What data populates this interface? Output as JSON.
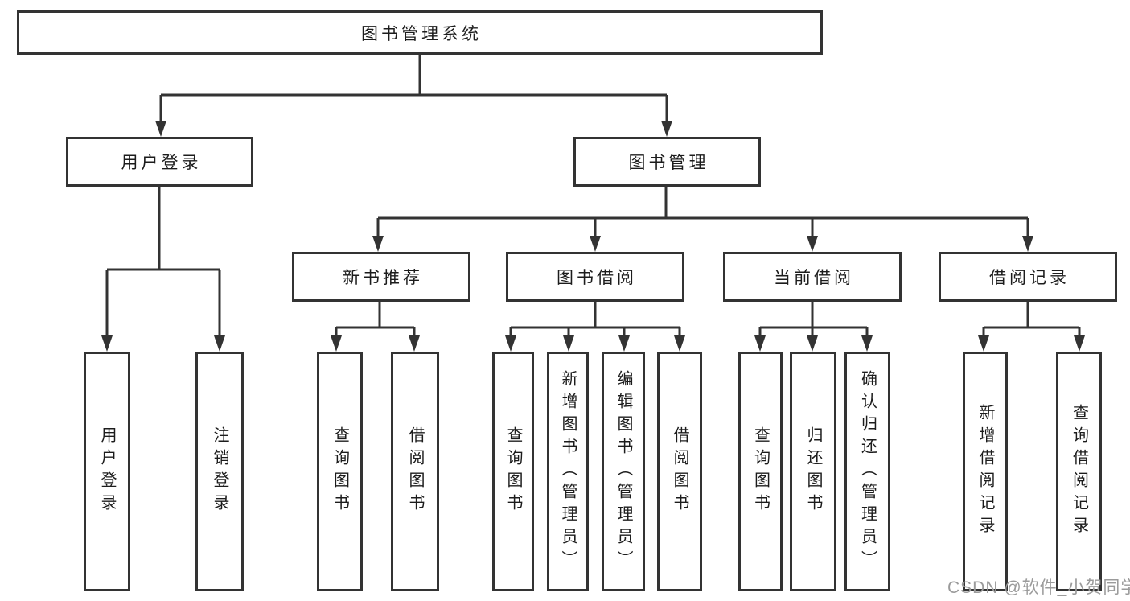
{
  "diagram_title": "图书管理系统",
  "tree": {
    "label": "图书管理系统",
    "children": [
      {
        "label": "用户登录",
        "children": [
          {
            "label": "用户登录"
          },
          {
            "label": "注销登录"
          }
        ]
      },
      {
        "label": "图书管理",
        "children": [
          {
            "label": "新书推荐",
            "children": [
              {
                "label": "查询图书"
              },
              {
                "label": "借阅图书"
              }
            ]
          },
          {
            "label": "图书借阅",
            "children": [
              {
                "label": "查询图书"
              },
              {
                "label": "新增图书（管理员）"
              },
              {
                "label": "编辑图书（管理员）"
              },
              {
                "label": "借阅图书"
              }
            ]
          },
          {
            "label": "当前借阅",
            "children": [
              {
                "label": "查询图书"
              },
              {
                "label": "归还图书"
              },
              {
                "label": "确认归还（管理员）"
              }
            ]
          },
          {
            "label": "借阅记录",
            "children": [
              {
                "label": "新增借阅记录"
              },
              {
                "label": "查询借阅记录"
              }
            ]
          }
        ]
      }
    ]
  },
  "watermark": "CSDN @软件_小贺同学",
  "colors": {
    "line": "#333333",
    "text": "#1c1c1c",
    "watermark": "#9b9b9b",
    "background": "#ffffff"
  }
}
